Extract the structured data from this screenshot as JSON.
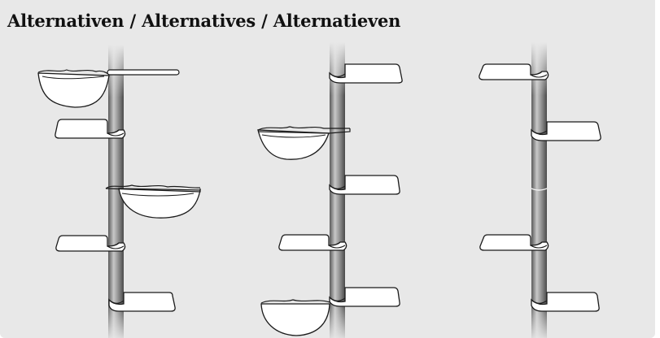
{
  "header": {
    "title": "Alternativen / Alternatives / Alternatieven"
  },
  "colors": {
    "background": "#e8e8e8",
    "title": "#111111",
    "outline": "#1a1a1a",
    "shelf_fill": "#ffffff",
    "pole_light": "#c8c8c8",
    "pole_dark": "#5a5a5a"
  },
  "configurations": [
    {
      "name": "configuration-1",
      "components": [
        "hammock",
        "shelf",
        "hammock",
        "shelf",
        "shelf"
      ]
    },
    {
      "name": "configuration-2",
      "components": [
        "shelf",
        "hammock",
        "shelf",
        "shelf",
        "shelf",
        "basket"
      ]
    },
    {
      "name": "configuration-3",
      "components": [
        "shelf",
        "shelf",
        "shelf",
        "shelf"
      ]
    }
  ]
}
